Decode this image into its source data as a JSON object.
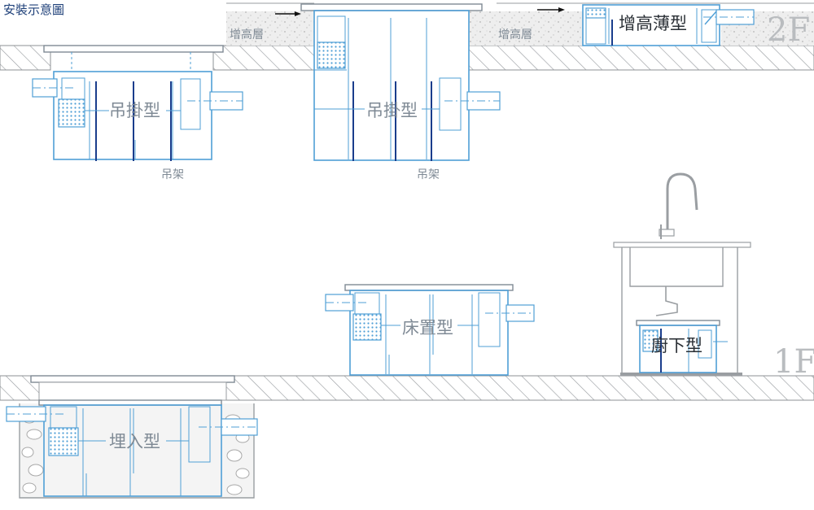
{
  "title": "安裝示意圖",
  "floors": {
    "upper": "2F",
    "lower": "1F"
  },
  "labels": {
    "hanging_left": "吊掛型",
    "hanging_right": "吊掛型",
    "hanger_left": "吊架",
    "hanger_right": "吊架",
    "raised_layer_1": "增高層",
    "raised_layer_2": "增高層",
    "raised_thin": "增高薄型",
    "floor_type": "床置型",
    "under_sink": "廚下型",
    "buried": "埋入型"
  },
  "colors": {
    "tank_line": "#4f9fd6",
    "baffle": "#1a3d8c",
    "ground": "#b9bcbf",
    "title": "#1d3f78",
    "label": "#7f8a95"
  }
}
